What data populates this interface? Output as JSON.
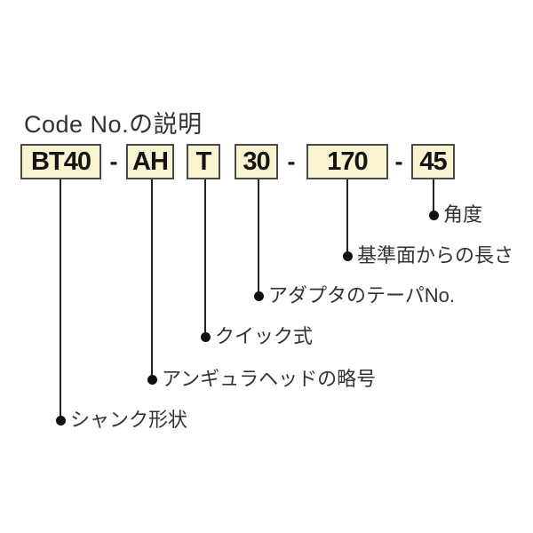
{
  "title": "Code No.の説明",
  "code": {
    "separator": "-",
    "segments": [
      {
        "value": "BT40",
        "label": "シャンク形状"
      },
      {
        "value": "AH",
        "label": "アンギュラヘッドの略号"
      },
      {
        "value": "T",
        "label": "クイック式"
      },
      {
        "value": "30",
        "label": "アダプタのテーパNo."
      },
      {
        "value": "170",
        "label": "基準面からの長さ"
      },
      {
        "value": "45",
        "label": "角度"
      }
    ]
  },
  "colors": {
    "box_fill": "#FAF3D0",
    "box_border": "#4A4A4A",
    "code_text": "#141414",
    "label_text": "#333333",
    "line": "#222222"
  }
}
